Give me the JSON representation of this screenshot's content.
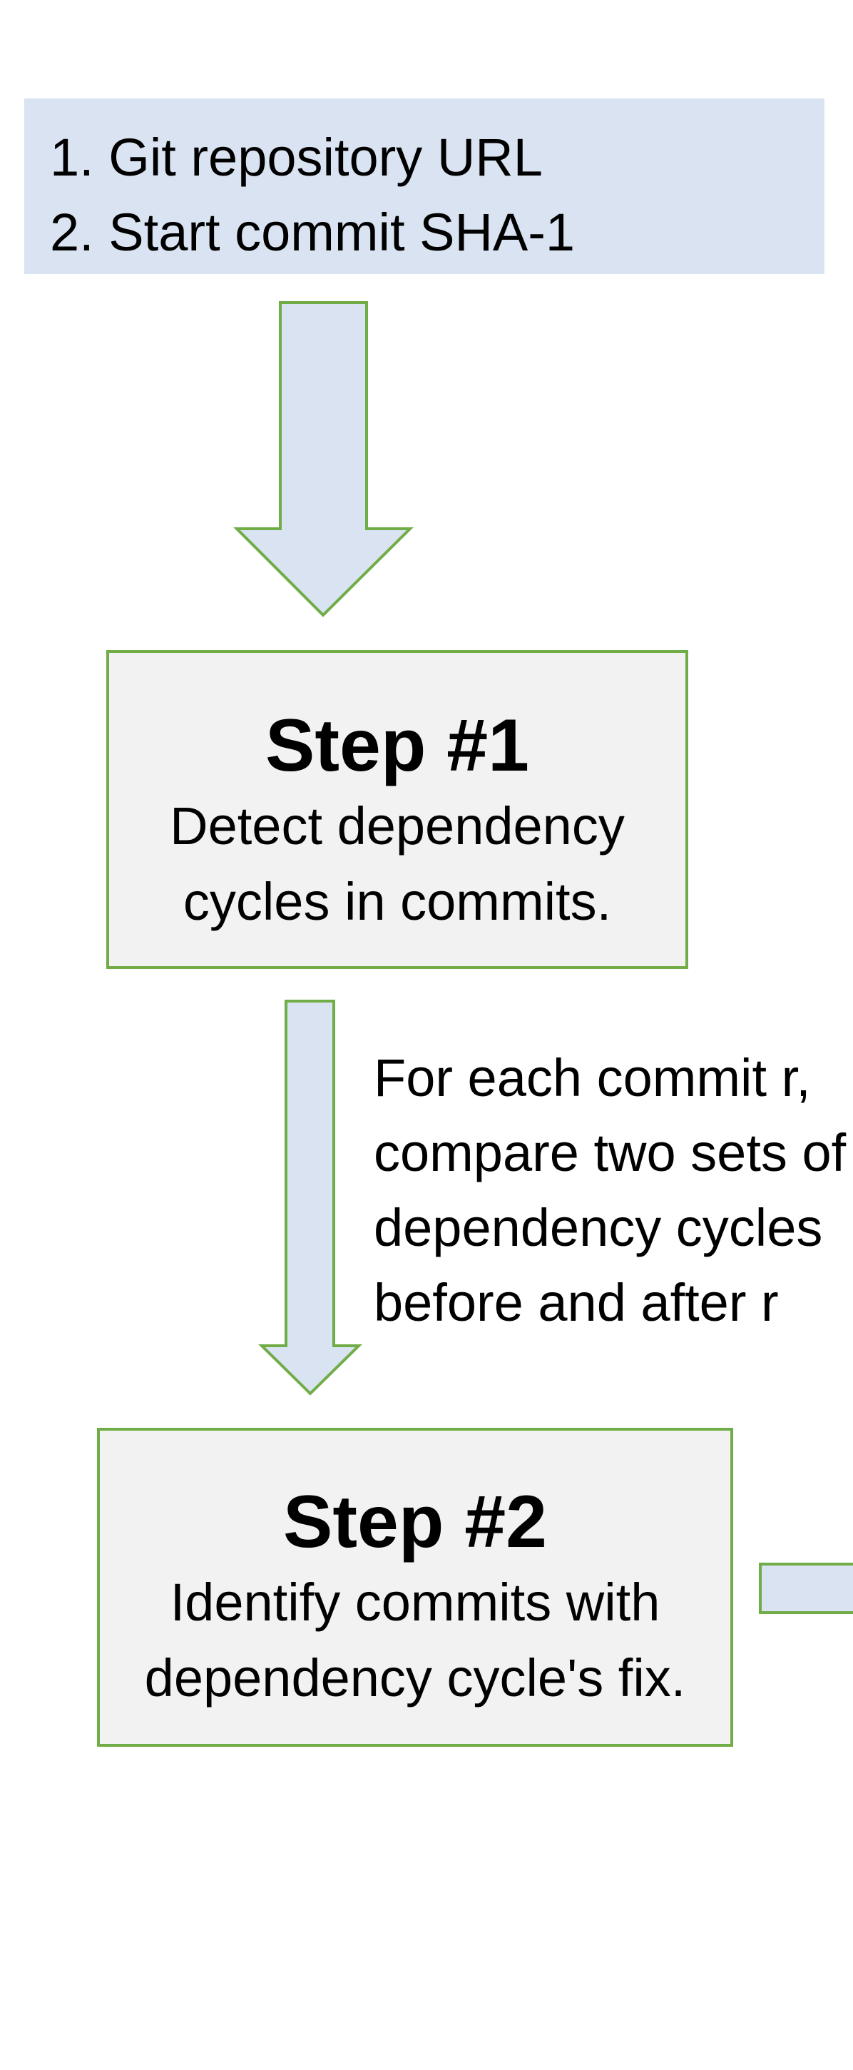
{
  "input": {
    "lines": [
      "1. Git repository URL",
      "2. Start commit SHA-1"
    ]
  },
  "step1": {
    "title": "Step #1",
    "desc": [
      "Detect dependency",
      "cycles in commits."
    ]
  },
  "annotation": {
    "lines": [
      "For each commit r,",
      "compare two sets of",
      "dependency cycles",
      "before and after r"
    ]
  },
  "step2": {
    "title": "Step #2",
    "desc": [
      "Identify commits with",
      "dependency cycle's fix."
    ]
  },
  "colors": {
    "input_fill": "#dae3f2",
    "arrow_fill": "#dae3f2",
    "box_fill": "#f2f2f2",
    "border": "#70ad47"
  }
}
